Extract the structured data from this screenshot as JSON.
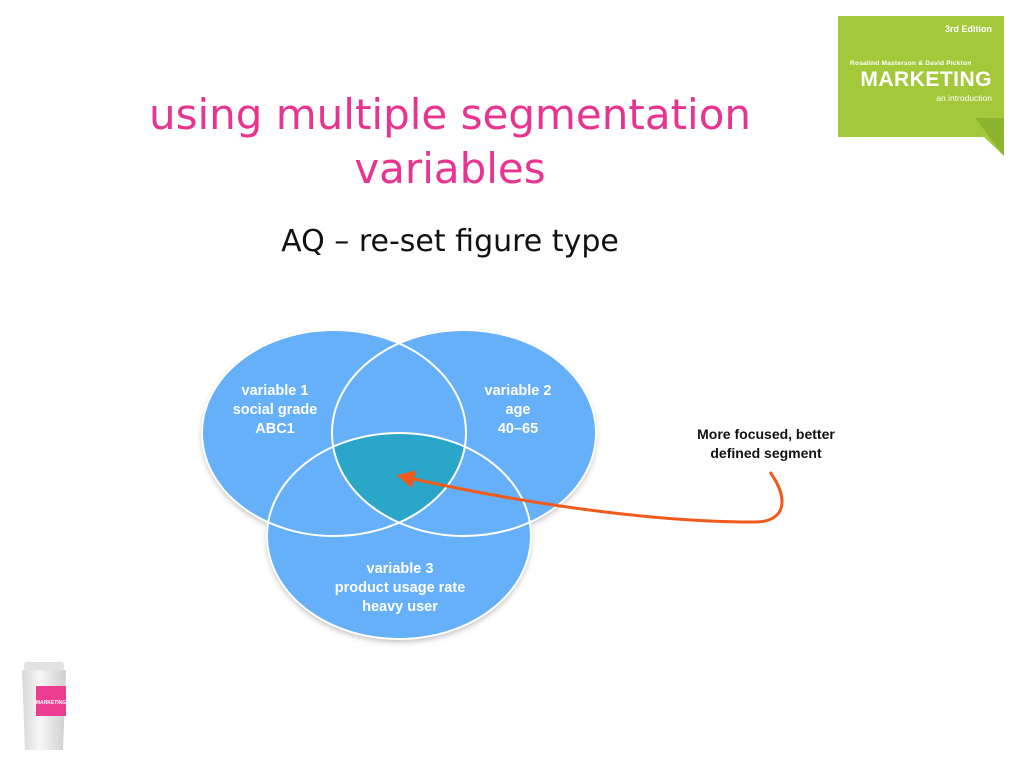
{
  "slide": {
    "title_line1": "using multiple segmentation",
    "title_line2": "variables",
    "subtitle": "AQ – re-set figure type"
  },
  "logo": {
    "edition": "3rd Edition",
    "authors": "Rosalind Masterson & David Pickton",
    "brand": "MARKETING",
    "tagline": "an introduction",
    "color": "#a3c93b"
  },
  "venn": {
    "circle_color": "#66b0f9",
    "intersection_color": "#29a6c8",
    "arrow_color": "#f05a1a",
    "sets": [
      {
        "label_lines": [
          "variable 1",
          "social grade",
          "ABC1"
        ]
      },
      {
        "label_lines": [
          "variable 2",
          "age",
          "40–65"
        ]
      },
      {
        "label_lines": [
          "variable 3",
          "product usage rate",
          "heavy user"
        ]
      }
    ],
    "annotation_lines": [
      "More focused, better",
      "defined segment"
    ]
  },
  "decor": {
    "cup_text": "MARKETING"
  }
}
